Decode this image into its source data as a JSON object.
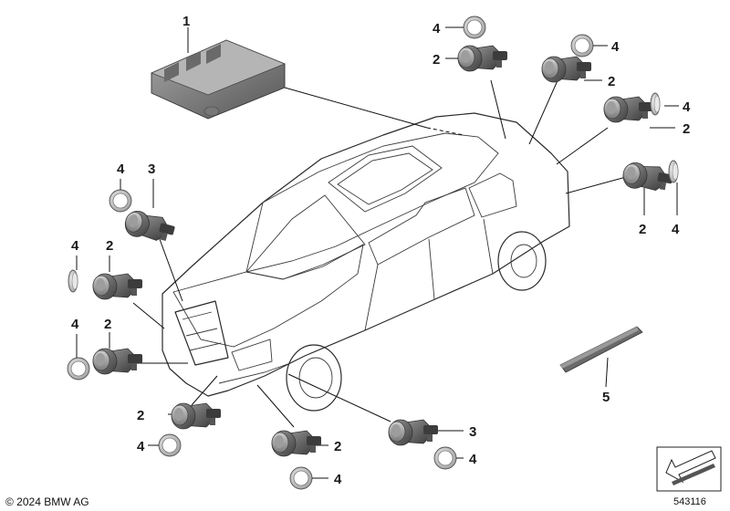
{
  "labels": {
    "control_unit": "1",
    "sensor": "2",
    "sensor_alt": "3",
    "ring": "4",
    "strip": "5"
  },
  "footer": {
    "copyright": "© 2024 BMW AG",
    "diagram_number": "543116"
  },
  "colors": {
    "part_dark": "#4a4a4a",
    "part_mid": "#7a7a7a",
    "part_light": "#b8b8b8",
    "line": "#111111"
  }
}
